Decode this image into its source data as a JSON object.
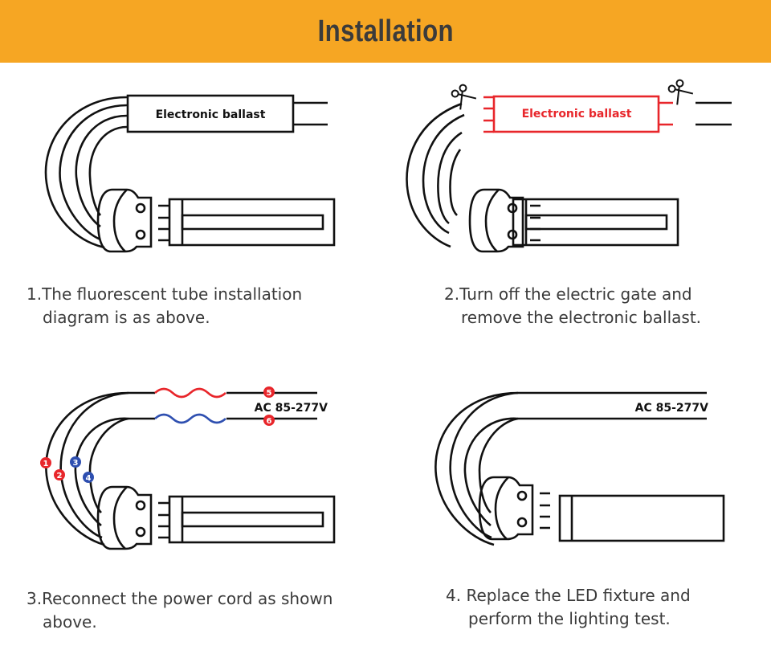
{
  "header": {
    "title": "Installation",
    "background": "#f6a623"
  },
  "steps": [
    {
      "line1": "1.The fluorescent tube installation",
      "line2": "diagram is as above.",
      "ballast_label": "Electronic ballast"
    },
    {
      "line1": "2.Turn off the electric gate and",
      "line2": "remove the electronic ballast.",
      "ballast_label": "Electronic ballast"
    },
    {
      "line1": "3.Reconnect the power cord as shown",
      "line2": "above.",
      "voltage": "AC 85-277V",
      "markers": [
        "1",
        "2",
        "3",
        "4",
        "5",
        "6"
      ]
    },
    {
      "line1": "4. Replace the LED fixture and",
      "line2": "perform the lighting test.",
      "voltage": "AC 85-277V"
    }
  ],
  "colors": {
    "red": "#e8262b",
    "blue": "#2e4fb0",
    "line": "#111111"
  }
}
